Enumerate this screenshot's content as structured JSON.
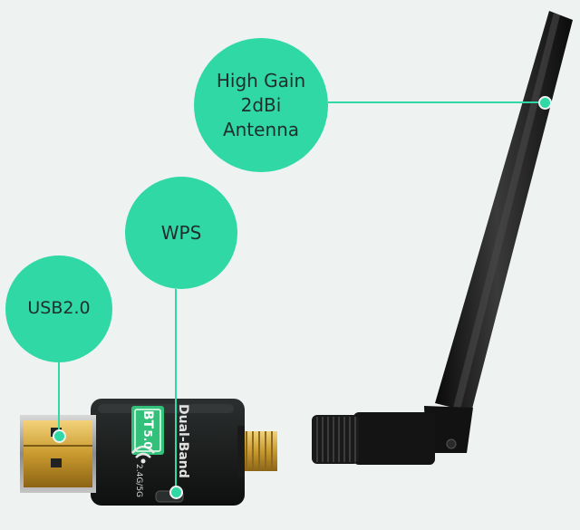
{
  "callouts": {
    "antenna": [
      "High Gain",
      "2dBi",
      "Antenna"
    ],
    "wps": "WPS",
    "usb": "USB2.0"
  },
  "device": {
    "bt_badge_top": "BT",
    "bt_badge_bottom": "5.0",
    "band_label": "2.4G/5G",
    "side_label": "Dual-Band"
  },
  "colors": {
    "accent": "#2fd8a4",
    "background": "#eef3f2",
    "device_body": "#1b1d1d",
    "usb_gold": "#d9a93a"
  }
}
